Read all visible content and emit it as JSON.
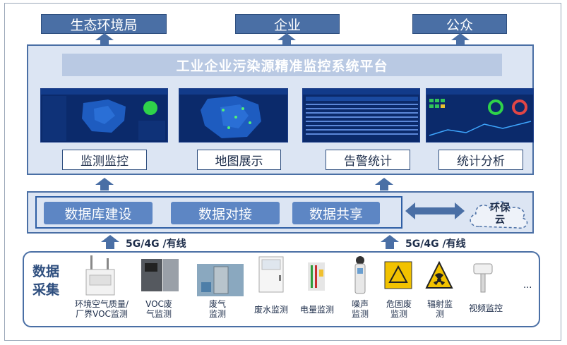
{
  "top_boxes": [
    {
      "label": "生态环境局"
    },
    {
      "label": "企业"
    },
    {
      "label": "公众"
    }
  ],
  "platform": {
    "title": "工业企业污染源精准监控系统平台",
    "modules": [
      {
        "label": "监测监控"
      },
      {
        "label": "地图展示"
      },
      {
        "label": "告警统计"
      },
      {
        "label": "统计分析"
      }
    ]
  },
  "data_layer": {
    "items": [
      {
        "label": "数据库建设"
      },
      {
        "label": "数据对接"
      },
      {
        "label": "数据共享"
      }
    ],
    "cloud": {
      "line1": "环保",
      "line2": "云"
    }
  },
  "links": {
    "left": "5G/4G /有线",
    "right": "5G/4G /有线"
  },
  "collection": {
    "title_line1": "数据",
    "title_line2": "采集",
    "devices": [
      {
        "line1": "环境空气质量/",
        "line2": "厂界VOC监测"
      },
      {
        "line1": "VOC废",
        "line2": "气监测"
      },
      {
        "line1": "废气",
        "line2": "监测"
      },
      {
        "line1": "废水监测",
        "line2": ""
      },
      {
        "line1": "电量监测",
        "line2": ""
      },
      {
        "line1": "噪声",
        "line2": "监测"
      },
      {
        "line1": "危固废",
        "line2": "监测"
      },
      {
        "line1": "辐射监",
        "line2": "测"
      },
      {
        "line1": "视频监控",
        "line2": ""
      }
    ],
    "more": "..."
  },
  "colors": {
    "accent": "#4a6fa5",
    "panel": "#dce5f3",
    "button": "#5d86c4",
    "screen": "#0b2a6b"
  }
}
